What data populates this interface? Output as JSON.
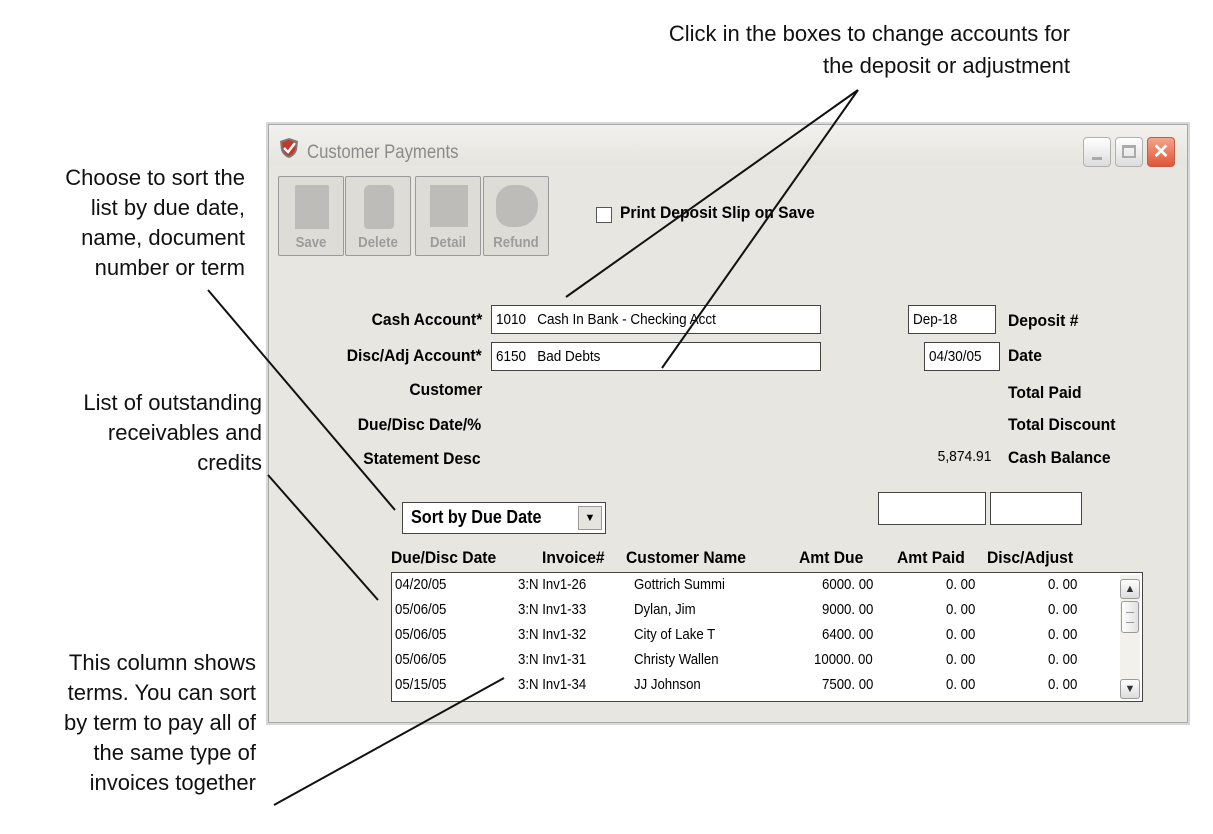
{
  "callouts": {
    "accounts": "Click in the boxes to change accounts for\nthe deposit or adjustment",
    "sort": "Choose to sort the\nlist by due date,\nname, document\nnumber or term",
    "list": "List of outstanding\nreceivables and\ncredits",
    "terms": "This column shows\nterms. You can sort\nby term to pay all of\nthe same type of\ninvoices together"
  },
  "window": {
    "title": "Customer Payments",
    "close_glyph": "✕"
  },
  "toolbar": {
    "save": "Save",
    "delete": "Delete",
    "detail": "Detail",
    "refund": "Refund"
  },
  "print_deposit_label": "Print Deposit Slip on Save",
  "form": {
    "cash_account_label": "Cash Account*",
    "cash_account_value": "1010   Cash In Bank - Checking Acct",
    "disc_account_label": "Disc/Adj Account*",
    "disc_account_value": "6150   Bad Debts",
    "customer_label": "Customer",
    "due_disc_label": "Due/Disc Date/%",
    "statement_label": "Statement Desc",
    "deposit_value": "Dep-18",
    "deposit_label": "Deposit #",
    "date_value": "04/30/05",
    "date_label": "Date",
    "total_paid_label": "Total Paid",
    "total_discount_label": "Total Discount",
    "cash_balance_value": "5,874.91",
    "cash_balance_label": "Cash Balance"
  },
  "sort": {
    "selected": "Sort by Due Date"
  },
  "table": {
    "headers": [
      "Due/Disc Date",
      "Invoice#",
      "Customer Name",
      "Amt Due",
      "Amt Paid",
      "Disc/Adjust"
    ],
    "rows": [
      {
        "due": "04/20/05",
        "invoice": "3:N Inv1-26",
        "customer": "Gottrich Summi",
        "amt_due": "6000. 00",
        "amt_paid": "0. 00",
        "disc": "0. 00"
      },
      {
        "due": "05/06/05",
        "invoice": "3:N Inv1-33",
        "customer": "Dylan, Jim",
        "amt_due": "9000. 00",
        "amt_paid": "0. 00",
        "disc": "0. 00"
      },
      {
        "due": "05/06/05",
        "invoice": "3:N Inv1-32",
        "customer": "City of Lake T",
        "amt_due": "6400. 00",
        "amt_paid": "0. 00",
        "disc": "0. 00"
      },
      {
        "due": "05/06/05",
        "invoice": "3:N Inv1-31",
        "customer": "Christy Wallen",
        "amt_due": "10000. 00",
        "amt_paid": "0. 00",
        "disc": "0. 00"
      },
      {
        "due": "05/15/05",
        "invoice": "3:N Inv1-34",
        "customer": "JJ Johnson",
        "amt_due": "7500. 00",
        "amt_paid": "0. 00",
        "disc": "0. 00"
      }
    ]
  },
  "icons": {
    "app": "shield-check-icon",
    "scroll_up": "▲",
    "scroll_down": "▼",
    "dropdown": "▼"
  },
  "colors": {
    "close_button": "#e0553a",
    "window_bg": "#e8e6e0",
    "title_text": "#8a8a8a"
  }
}
